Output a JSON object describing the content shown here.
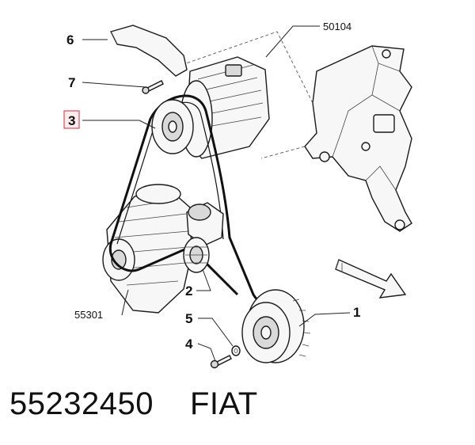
{
  "diagram": {
    "callouts": {
      "c1": "1",
      "c2": "2",
      "c3": "3",
      "c4": "4",
      "c5": "5",
      "c6": "6",
      "c7": "7"
    },
    "references": {
      "r50104": "50104",
      "r55301": "55301"
    },
    "highlight_color": "#e04a5a"
  },
  "caption": {
    "part_number": "55232450",
    "brand": "FIAT"
  }
}
